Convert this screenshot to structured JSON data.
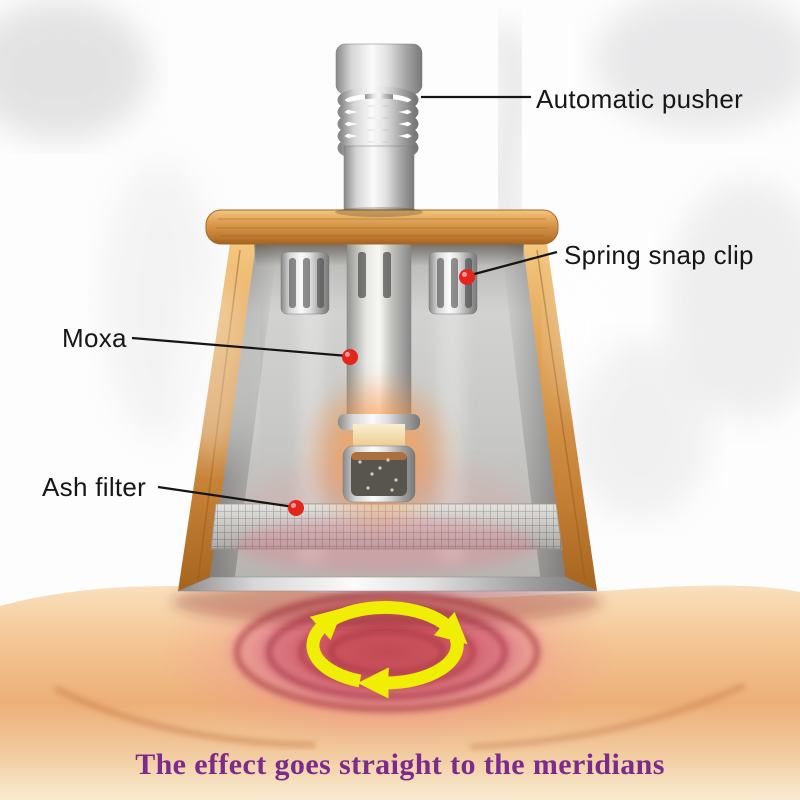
{
  "diagram": {
    "labels": {
      "automatic_pusher": "Automatic pusher",
      "spring_snap_clip": "Spring snap clip",
      "moxa": "Moxa",
      "ash_filter": "Ash filter"
    },
    "caption": "The effect goes straight to the meridians"
  },
  "colors": {
    "label_text": "#161616",
    "caption_purple": "#7c2a8c",
    "marker_red": "#e4251c",
    "arrow_yellow": "#f0ee04",
    "wood_light": "#f0bf79",
    "wood_dark": "#b97a33",
    "metal_light": "#f2f2f2",
    "metal_dark": "#8e8e8e",
    "glow_red": "#c64753",
    "skin_tone": "#f0b883"
  },
  "icons": {
    "marker_dot": "red-point-marker",
    "rotation_arrows": "circular-heat-flow-arrows",
    "leader_line": "callout-line"
  }
}
